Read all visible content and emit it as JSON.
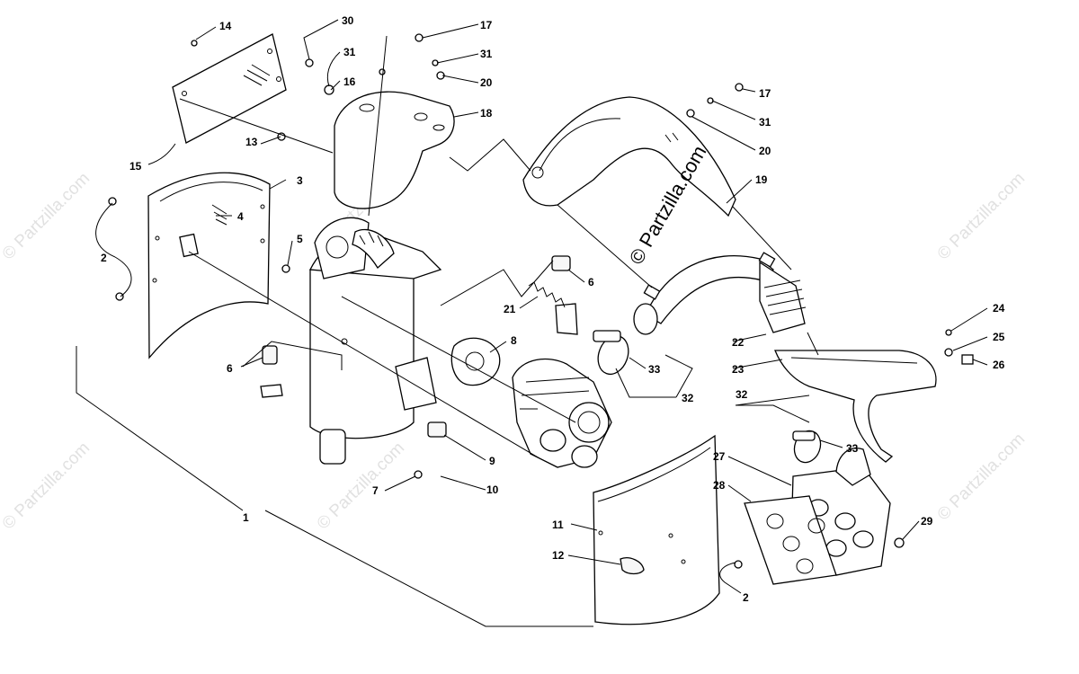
{
  "callouts": {
    "c1": "1",
    "c2a": "2",
    "c2b": "2",
    "c3": "3",
    "c4": "4",
    "c5": "5",
    "c6a": "6",
    "c6b": "6",
    "c7": "7",
    "c8": "8",
    "c9": "9",
    "c10": "10",
    "c11": "11",
    "c12": "12",
    "c13": "13",
    "c14": "14",
    "c15": "15",
    "c16": "16",
    "c17a": "17",
    "c17b": "17",
    "c18": "18",
    "c19": "19",
    "c20a": "20",
    "c20b": "20",
    "c21": "21",
    "c22": "22",
    "c23": "23",
    "c24": "24",
    "c25": "25",
    "c26": "26",
    "c27": "27",
    "c28": "28",
    "c29": "29",
    "c30": "30",
    "c31a": "31",
    "c31b": "31",
    "c32a": "32",
    "c32b": "32",
    "c33a": "33",
    "c33b": "33"
  },
  "watermarks": {
    "main": "© Partzilla.com",
    "faint": "© Partzilla.com"
  }
}
